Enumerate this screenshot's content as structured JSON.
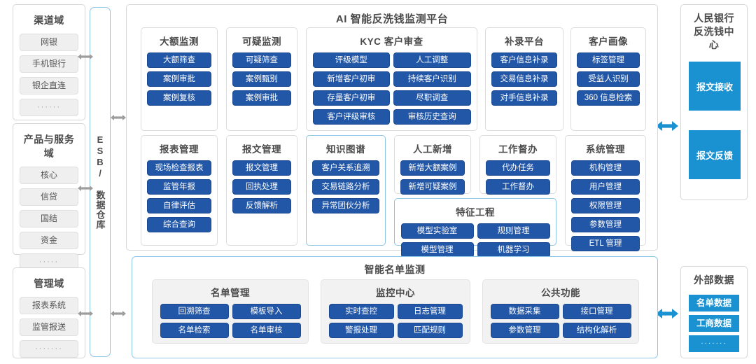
{
  "diagram": {
    "title": "AI 智能反洗钱监测平台"
  },
  "esb": {
    "label": "ESB/ 数据仓库"
  },
  "left_domains": [
    {
      "name": "channel-domain",
      "title": "渠道域",
      "items": [
        "网银",
        "手机银行",
        "银企直连",
        "······"
      ]
    },
    {
      "name": "product-service-domain",
      "title": "产品与服务域",
      "items": [
        "核心",
        "信贷",
        "国结",
        "资金",
        "·····"
      ]
    },
    {
      "name": "management-domain",
      "title": "管理域",
      "items": [
        "报表系统",
        "监管报送",
        "·······"
      ]
    }
  ],
  "platform": {
    "title": "AI 智能反洗钱监测平台",
    "modules": [
      {
        "name": "large-amount-monitoring",
        "title": "大额监测",
        "accent": false,
        "columns": 1,
        "buttons": [
          "大额筛查",
          "案例审批",
          "案例复核"
        ]
      },
      {
        "name": "suspicious-monitoring",
        "title": "可疑监测",
        "accent": false,
        "columns": 1,
        "buttons": [
          "可疑筛查",
          "案例甄别",
          "案例审批"
        ]
      },
      {
        "name": "kyc-customer-review",
        "title": "KYC 客户审查",
        "accent": false,
        "columns": 2,
        "buttons": [
          "评级模型",
          "人工调整",
          "新增客户初审",
          "持续客户识别",
          "存量客户初审",
          "尽职调查",
          "客户评级审核",
          "审核历史查询"
        ]
      },
      {
        "name": "supplementary-entry-platform",
        "title": "补录平台",
        "accent": false,
        "columns": 1,
        "buttons": [
          "客户信息补录",
          "交易信息补录",
          "对手信息补录"
        ]
      },
      {
        "name": "customer-profile",
        "title": "客户画像",
        "accent": false,
        "columns": 1,
        "buttons": [
          "标签管理",
          "受益人识别",
          "360 信息检索"
        ]
      },
      {
        "name": "report-management",
        "title": "报表管理",
        "accent": false,
        "columns": 1,
        "buttons": [
          "现场检查报表",
          "监管年报",
          "自律评估",
          "综合查询"
        ]
      },
      {
        "name": "message-management",
        "title": "报文管理",
        "accent": false,
        "columns": 1,
        "buttons": [
          "报文管理",
          "回执处理",
          "反馈解析"
        ]
      },
      {
        "name": "knowledge-graph",
        "title": "知识图谱",
        "accent": true,
        "columns": 1,
        "buttons": [
          "客户关系追溯",
          "交易链路分析",
          "异常团伙分析"
        ]
      },
      {
        "name": "manual-addition",
        "title": "人工新增",
        "accent": false,
        "columns": 1,
        "buttons": [
          "新增大额案例",
          "新增可疑案例"
        ]
      },
      {
        "name": "work-supervision",
        "title": "工作督办",
        "accent": false,
        "columns": 1,
        "buttons": [
          "代办任务",
          "工作督办"
        ]
      },
      {
        "name": "system-management",
        "title": "系统管理",
        "accent": false,
        "columns": 1,
        "buttons": [
          "机构管理",
          "用户管理",
          "权限管理",
          "参数管理",
          "ETL 管理"
        ]
      },
      {
        "name": "feature-engineering",
        "title": "特征工程",
        "accent": true,
        "columns": 2,
        "buttons": [
          "模型实验室",
          "规则管理",
          "模型管理",
          "机器学习"
        ]
      }
    ]
  },
  "smart_list": {
    "title": "智能名单监测",
    "subcards": [
      {
        "name": "list-management",
        "title": "名单管理",
        "buttons": [
          "回溯筛查",
          "模板导入",
          "名单检索",
          "名单审核"
        ]
      },
      {
        "name": "monitoring-center",
        "title": "监控中心",
        "buttons": [
          "实时查控",
          "日志管理",
          "警报处理",
          "匹配规则"
        ]
      },
      {
        "name": "public-functions",
        "title": "公共功能",
        "buttons": [
          "数据采集",
          "接口管理",
          "参数管理",
          "结构化解析"
        ]
      }
    ]
  },
  "right_panels": {
    "pboc": {
      "name": "pboc-aml-center",
      "title_line1": "人民银行",
      "title_line2": "反洗钱中心",
      "tiles": [
        "报文接收",
        "报文反馈"
      ]
    },
    "external": {
      "name": "external-data",
      "title": "外部数据",
      "items": [
        "名单数据",
        "工商数据",
        "·······"
      ]
    }
  },
  "colors": {
    "button_blue": "#2256a6",
    "tile_blue": "#1a92d1",
    "accent_border": "#8ec7e8",
    "arrow_gray": "#9d9d9d",
    "arrow_blue": "#1a92d1"
  }
}
